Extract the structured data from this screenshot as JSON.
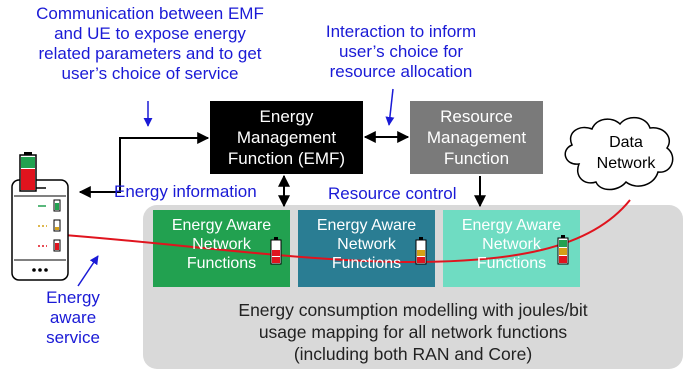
{
  "annotations": {
    "emf_ue_comm": [
      "Communication between EMF",
      "and UE to expose energy",
      "related parameters and to get",
      "user’s choice of service"
    ],
    "interaction": [
      "Interaction to inform",
      "user’s choice for",
      "resource allocation"
    ],
    "energy_info": "Energy information",
    "resource_control": "Resource control",
    "energy_aware_service": [
      "Energy",
      "aware",
      "service"
    ]
  },
  "boxes": {
    "emf": [
      "Energy",
      "Management",
      "Function (EMF)"
    ],
    "rmf": [
      "Resource",
      "Management",
      "Function"
    ],
    "data_network": [
      "Data",
      "Network"
    ]
  },
  "network_functions": [
    {
      "lines": [
        "Energy Aware",
        "Network",
        "Functions"
      ],
      "color": "#22a150"
    },
    {
      "lines": [
        "Energy Aware",
        "Network",
        "Functions"
      ],
      "color": "#2a7d93"
    },
    {
      "lines": [
        "Energy Aware",
        "Network",
        "Functions"
      ],
      "color": "#6fdcc2"
    }
  ],
  "core_text": [
    "Energy consumption modelling with joules/bit",
    "usage mapping for all network functions",
    "(including both RAN and Core)"
  ],
  "colors": {
    "annotation_blue": "#1a1ad6",
    "emf_bg": "#000000",
    "rmf_bg": "#7a7a7a",
    "core_bg": "#d9d9d9",
    "path_red": "#e0141e"
  }
}
